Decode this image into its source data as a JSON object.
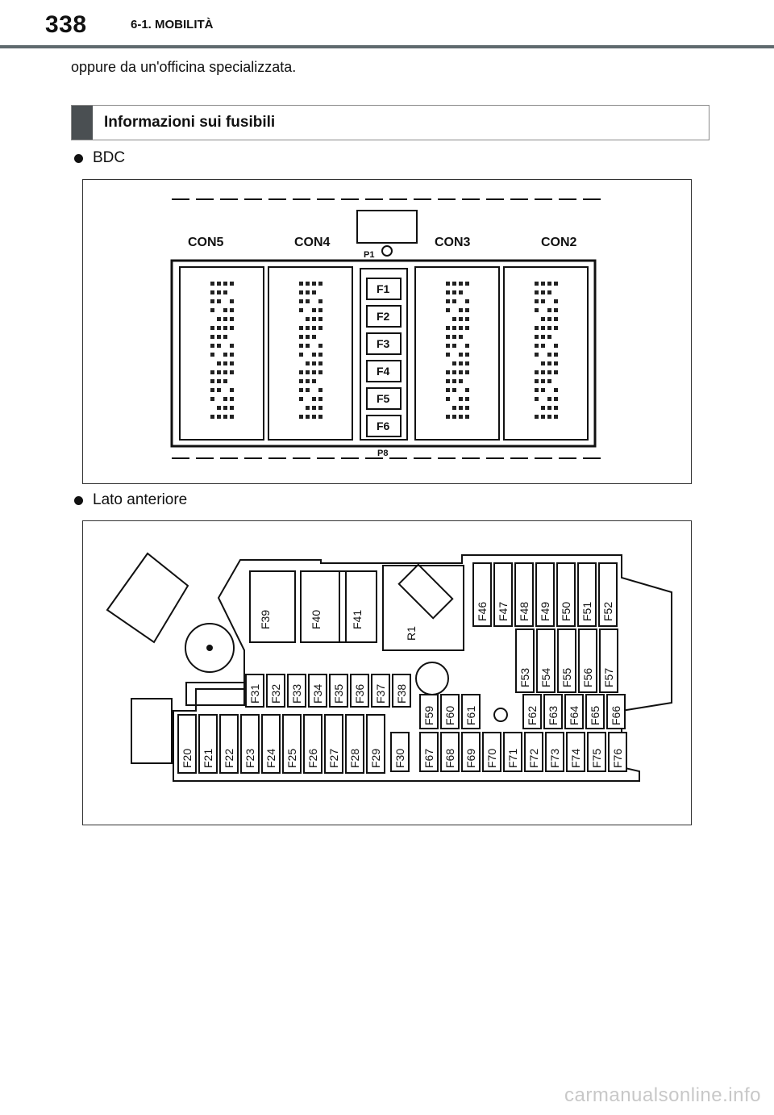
{
  "header": {
    "page_number": "338",
    "section": "6-1. MOBILITÀ"
  },
  "intro_text": "oppure da un'officina specializzata.",
  "section": {
    "title": "Informazioni sui fusibili"
  },
  "bdc": {
    "label": "BDC",
    "connectors": [
      "CON5",
      "CON4",
      "CON3",
      "CON2"
    ],
    "fuses": [
      "F1",
      "F2",
      "F3",
      "F4",
      "F5",
      "F6"
    ],
    "markers": {
      "top": "P1",
      "bottom": "P8"
    }
  },
  "front": {
    "label": "Lato anteriore",
    "top_right_fuses": [
      "F46",
      "F47",
      "F48",
      "F49",
      "F50",
      "F51",
      "F52"
    ],
    "large_fuses": [
      "F39",
      "F40",
      "F41"
    ],
    "relay": "R1",
    "mid_right_fuses": [
      "F53",
      "F54",
      "F55",
      "F56",
      "F57"
    ],
    "small_row_fuses": [
      "F31",
      "F32",
      "F33",
      "F34",
      "F35",
      "F36",
      "F37",
      "F38"
    ],
    "bottom_left_fuses": [
      "F20",
      "F21",
      "F22",
      "F23",
      "F24",
      "F25",
      "F26",
      "F27",
      "F28",
      "F29"
    ],
    "f30": "F30",
    "upper_right_row_a": [
      "F59",
      "F60",
      "F61"
    ],
    "upper_right_row_b": [
      "F62",
      "F63",
      "F64",
      "F65",
      "F66"
    ],
    "lower_right_row": [
      "F67",
      "F68",
      "F69",
      "F70",
      "F71",
      "F72",
      "F73",
      "F74",
      "F75",
      "F76"
    ]
  },
  "watermark": "carmanualsonline.info"
}
